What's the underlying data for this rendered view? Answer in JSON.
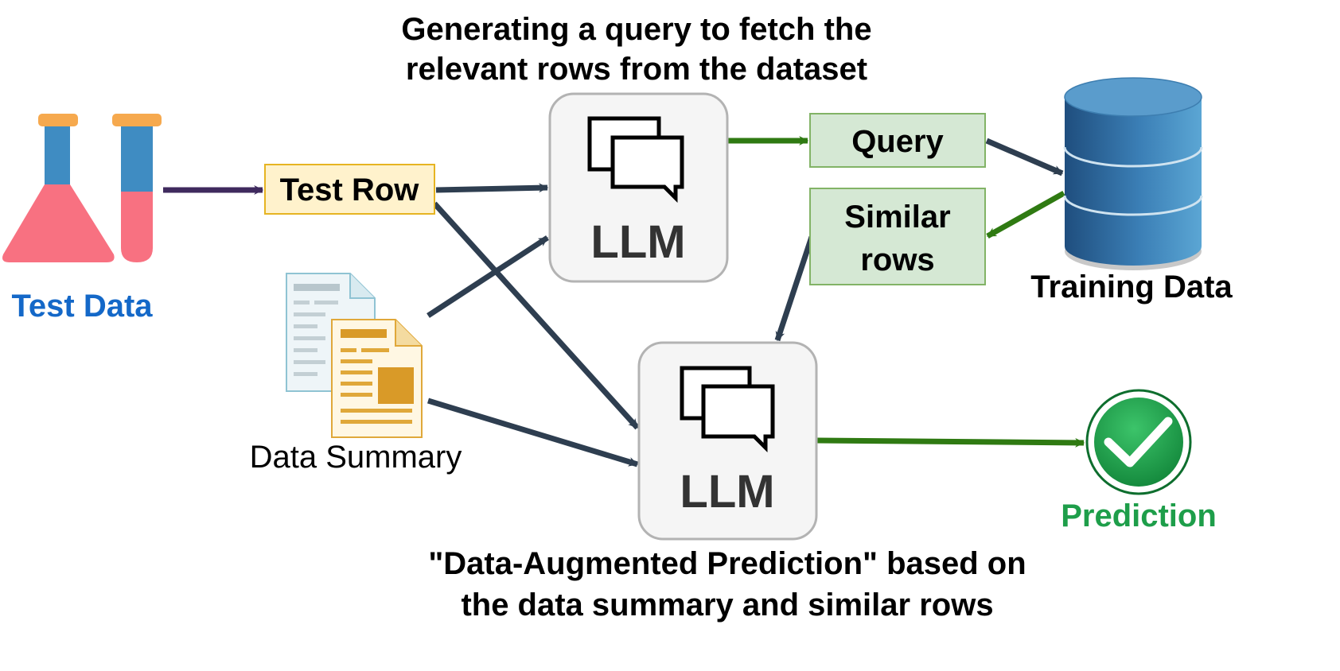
{
  "top_caption": {
    "line1": "Generating a query to fetch the",
    "line2": "relevant rows from the dataset"
  },
  "bottom_caption": {
    "line1": "\"Data-Augmented Prediction\" based on",
    "line2": "the data summary and similar rows"
  },
  "test_data": {
    "label": "Test Data",
    "icon": "lab-flask-test-tube-icon"
  },
  "test_row": {
    "label": "Test Row"
  },
  "data_summary": {
    "label": "Data Summary",
    "icon": "documents-icon"
  },
  "llm_top": {
    "label": "LLM",
    "icon": "chat-bubbles-icon"
  },
  "llm_bottom": {
    "label": "LLM",
    "icon": "chat-bubbles-icon"
  },
  "query": {
    "label": "Query"
  },
  "similar_rows": {
    "line1": "Similar",
    "line2": "rows"
  },
  "training_data": {
    "label": "Training Data",
    "icon": "database-icon"
  },
  "prediction": {
    "label": "Prediction",
    "icon": "checkmark-icon"
  },
  "colors": {
    "test_data_blue": "#1468c8",
    "prediction_green": "#1e9e4a",
    "arrow_dark": "#2e3e50",
    "arrow_green": "#2f7a12",
    "arrow_purple": "#3f2a5e",
    "test_row_fill": "#fff2cc",
    "test_row_stroke": "#e6b422",
    "green_box_fill": "#d5e8d4",
    "green_box_stroke": "#82b366",
    "llm_fill": "#f5f5f5",
    "llm_stroke": "#b3b3b3"
  }
}
